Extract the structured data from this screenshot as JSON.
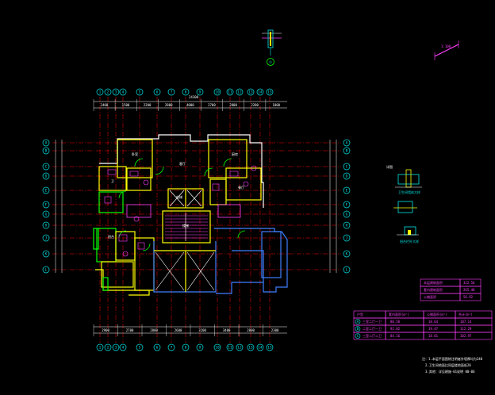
{
  "drawing": {
    "top_detail_label": "①",
    "scale_bar_label": "1:100",
    "side_detail": {
      "title": "详图",
      "caption_1": "卫生间墙体大样",
      "caption_2": "阳台栏杆大样"
    },
    "dimension_total": "24300",
    "dimensions_top": [
      "2400",
      "1500",
      "2200",
      "2800",
      "4000",
      "2700",
      "2800",
      "2200",
      "1800"
    ],
    "dimensions_bottom": [
      "2900",
      "2700",
      "2800",
      "2600",
      "3200",
      "3400",
      "2800",
      "2300"
    ],
    "row_axes": [
      "A",
      "B",
      "C",
      "D",
      "E",
      "F",
      "G",
      "H",
      "J",
      "K",
      "L"
    ],
    "col_axes": [
      "1",
      "2",
      "3",
      "4",
      "5",
      "6",
      "7",
      "8",
      "9",
      "10",
      "11",
      "12",
      "13",
      "14",
      "15"
    ],
    "rooms": [
      {
        "label": "卧室"
      },
      {
        "label": "客厅"
      },
      {
        "label": "厨房"
      },
      {
        "label": "卫"
      },
      {
        "label": "阳台"
      },
      {
        "label": "电梯"
      },
      {
        "label": "楼梯"
      },
      {
        "label": "餐厅"
      }
    ],
    "area_table": {
      "header_rows": [
        {
          "label": "本层建筑面积",
          "value": "322.56"
        },
        {
          "label": "套内建筑面积",
          "value": "265.48"
        },
        {
          "label": "公摊面积",
          "value": "56.92"
        }
      ],
      "columns": [
        "户型",
        "套内面积(m²)",
        "公摊面积(m²)",
        "合计(m²)"
      ],
      "rows": [
        {
          "id": "A",
          "type": "三室二厅一卫",
          "inner": "88.50",
          "share": "18.64",
          "total": "107.14"
        },
        {
          "id": "B",
          "type": "二室二厅一卫",
          "inner": "92.82",
          "share": "19.47",
          "total": "112.29"
        },
        {
          "id": "C",
          "type": "三室二厅二卫",
          "inner": "84.16",
          "share": "18.81",
          "total": "102.97"
        }
      ]
    },
    "notes": [
      "注：1.本层平面图除注明者外墙厚均为240",
      "2.卫生间地面比同层楼地面低20",
      "3.其他：详见建施-01说明 00-06"
    ]
  },
  "colors": {
    "background": "#000000",
    "grid_axis": "#ff0000",
    "wall": "#ffff00",
    "magenta": "#ff3fff",
    "cyan": "#00e5e5",
    "white": "#ffffff",
    "green": "#00ff00",
    "blue": "#3f7fff"
  }
}
